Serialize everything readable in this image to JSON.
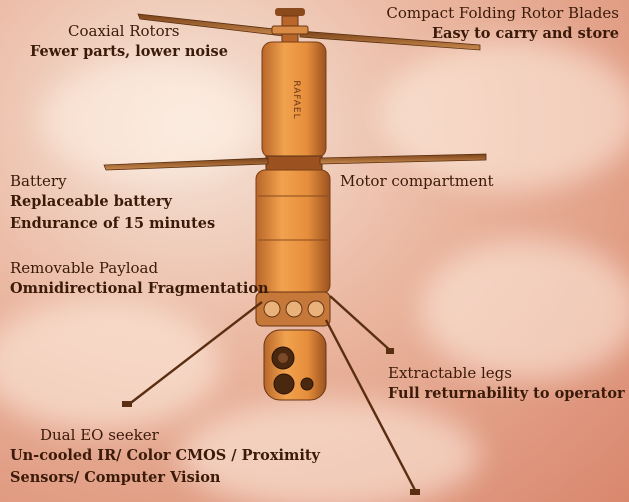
{
  "labels": {
    "coaxial": {
      "title": "Coaxial Rotors",
      "lines": [
        "Fewer parts, lower noise"
      ]
    },
    "folding": {
      "title": "Compact Folding Rotor Blades",
      "lines": [
        "Easy to carry and store"
      ]
    },
    "battery": {
      "title": "Battery",
      "lines": [
        "Replaceable battery",
        "Endurance of 15 minutes"
      ]
    },
    "motor": {
      "title": "Motor compartment",
      "lines": []
    },
    "payload": {
      "title": "Removable Payload",
      "lines": [
        "Omnidirectional Fragmentation"
      ]
    },
    "legs": {
      "title": "Extractable legs",
      "lines": [
        "Full returnability to operator"
      ]
    },
    "seeker": {
      "title": "Dual EO seeker",
      "lines": [
        "Un-cooled IR/ Color CMOS / Proximity",
        "Sensors/ Computer Vision"
      ]
    }
  },
  "drone": {
    "logo_text": "RAFAEL"
  },
  "colors": {
    "body": "#e58e3c",
    "body_dark": "#a95a20",
    "text": "#3a1a08",
    "sky": "#e6a88f"
  }
}
